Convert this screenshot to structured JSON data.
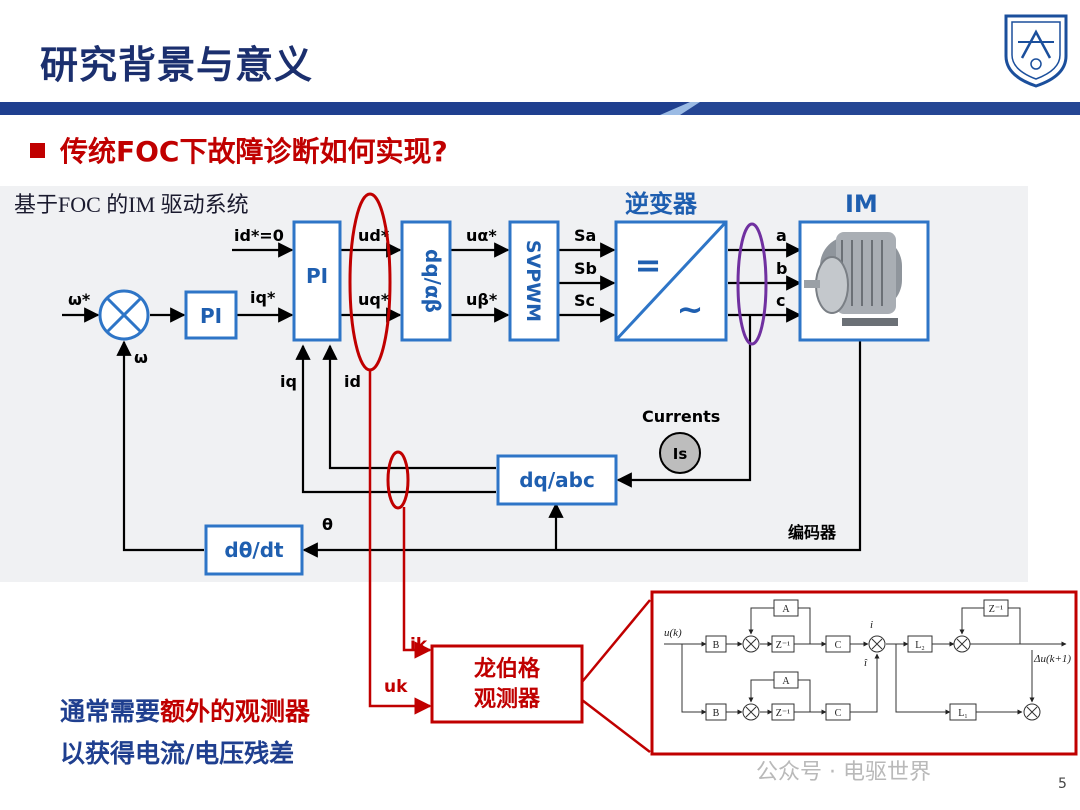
{
  "slide": {
    "title": "研究背景与意义",
    "question": "传统FOC下故障诊断如何实现?",
    "page_number": "5",
    "watermark": "公众号 · 电驱世界"
  },
  "notes": {
    "line1_prefix": "通常需要",
    "line1_emphasis": "额外的观测器",
    "line2": "以获得电流/电压残差"
  },
  "colors": {
    "title": "#1b2f6e",
    "accent_red": "#c00000",
    "block_blue": "#2e75c7",
    "panel_bg": "#f0f1f3",
    "highlight_purple": "#7030a0",
    "band_light": "#9bbbe4",
    "band_dark": "#1f3f8f"
  },
  "diagram": {
    "system_label": "基于FOC 的IM 驱动系统",
    "inverter_title": "逆变器",
    "motor_title": "IM",
    "blocks": {
      "pi_speed": "PI",
      "pi_current": "PI",
      "dq_ab": "dq/αβ",
      "svpwm": "SVPWM",
      "dq_abc": "dq/abc",
      "dtheta": "dθ/dt",
      "observer_line1": "龙伯格",
      "observer_line2": "观测器"
    },
    "signals": {
      "omega_ref": "ω*",
      "omega": "ω",
      "id_ref": "id*=0",
      "iq_ref": "iq*",
      "ud_ref": "ud*",
      "uq_ref": "uq*",
      "ualpha": "uα*",
      "ubeta": "uβ*",
      "sa": "Sa",
      "sb": "Sb",
      "sc": "Sc",
      "phase_a": "a",
      "phase_b": "b",
      "phase_c": "c",
      "iq": "iq",
      "id": "id",
      "currents": "Currents",
      "is": "Is",
      "theta": "θ",
      "encoder": "编码器",
      "ik": "ik",
      "uk": "uk",
      "inv_eq": "=",
      "inv_ac": "~"
    },
    "observer_detail": {
      "input": "u(k)",
      "output": "Δu(k+1)",
      "blocks": [
        "B",
        "Z⁻¹",
        "C",
        "A",
        "L₂",
        "Z⁻¹",
        "B",
        "Z⁻¹",
        "C",
        "A",
        "L₁"
      ],
      "i_label": "i",
      "ihat_label": "î"
    }
  }
}
